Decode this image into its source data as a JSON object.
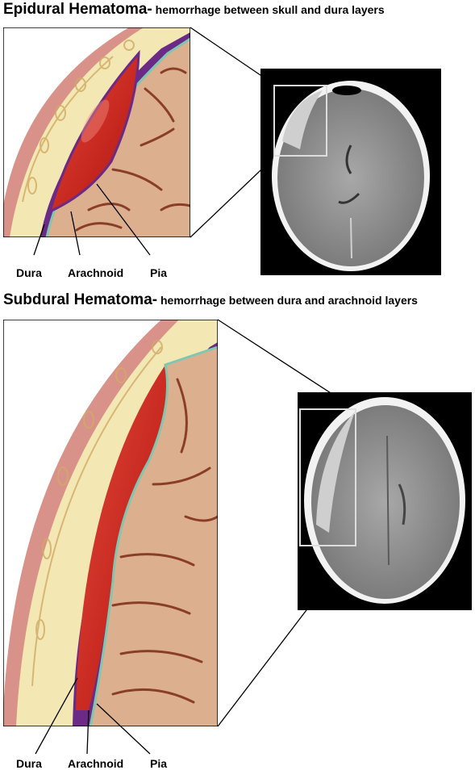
{
  "epidural": {
    "title": "Epidural Hematoma-",
    "subtitle": " hemorrhage between skull and dura layers",
    "labels": {
      "dura": "Dura",
      "arachnoid": "Arachnoid",
      "pia": "Pia"
    }
  },
  "subdural": {
    "title": "Subdural Hematoma-",
    "subtitle": " hemorrhage between dura and arachnoid layers",
    "labels": {
      "dura": "Dura",
      "arachnoid": "Arachnoid",
      "pia": "Pia"
    }
  },
  "colors": {
    "skin": "#d9928a",
    "skull": "#f3e7b4",
    "dura": "#6b2a86",
    "arachnoid": "#7fc7b0",
    "brain": "#dcb08e",
    "sulcus": "#8a3e2a",
    "hematoma": "#d0342c"
  }
}
